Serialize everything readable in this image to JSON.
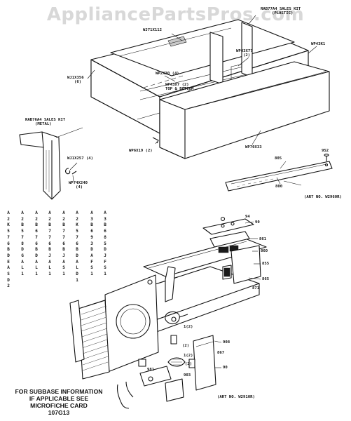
{
  "watermark": "AppliancePartsPros.com",
  "labels": {
    "sales_kit_plastic_1": "RAB77A4 SALES KIT",
    "sales_kit_plastic_2": "(PLASTIC)",
    "wj71x112": "WJ71X112",
    "wp43x77_top": "WP43X77",
    "wp43x77_top_qty": "(2)",
    "wp43k1": "WP43K1",
    "wj1x356": "WJ1X356",
    "wj1x356_qty": "(6)",
    "wp2x30": "WP2X30 (4)",
    "wp43x77_mid": "WP43X7 (2)",
    "top_bottom": "TOP & BOTTOM",
    "sales_kit_metal_1": "RAB76A4 SALES KIT",
    "sales_kit_metal_2": "(METAL)",
    "wj1x257": "WJ1X257 (4)",
    "wp6x19": "WP6X19 (2)",
    "wp70x33": "WP70X33",
    "wp74x240": "WP74X240",
    "wp74x240_qty": "(4)",
    "n952": "952",
    "n805": "805",
    "n800": "800",
    "art_no_top": "(ART NO. W2960R)",
    "art_no_bottom": "(ART NO. W2910R)",
    "right_tags": [
      "90",
      "861",
      "860",
      "855",
      "865",
      "871",
      "908",
      "867",
      "90"
    ],
    "right_extra": "94",
    "small_tags": [
      "1(2)",
      "(2)",
      "1(2)",
      "(2)",
      "903",
      "981"
    ]
  },
  "model_columns": [
    "A2K576BDEASD2",
    "A2B578DGAL1",
    "A2B676BDAL1",
    "A2B776BJAL1",
    "A2B776BJAS1",
    "A2K576BDALD1",
    "A3B693DAFS1",
    "A3B685DJFS1",
    "A3B685DJFS1"
  ],
  "note_lines": [
    "FOR SUBBASE INFORMATION",
    "IF APPLICABLE SEE",
    "MICROFICHE CARD",
    "107G13"
  ]
}
